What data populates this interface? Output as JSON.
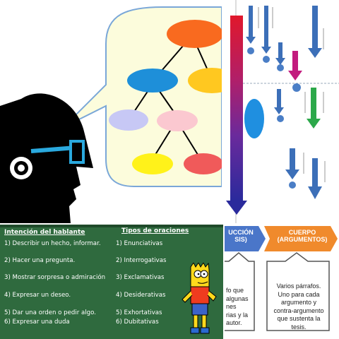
{
  "chalkboard": {
    "heading_left": "Intención del hablante",
    "heading_right": "Tipos de oraciones",
    "rows": [
      {
        "intent": "1) Describir un hecho, informar.",
        "type": "1) Enunciativas"
      },
      {
        "intent": "2) Hacer una pregunta.",
        "type": "2) Interrogativas"
      },
      {
        "intent": "3) Mostrar sorpresa o admiración",
        "type": "3) Exclamativas"
      },
      {
        "intent": "4) Expresar un deseo.",
        "type": "4) Desiderativas"
      },
      {
        "intent": "5) Dar una orden o pedir algo.",
        "type": "5) Exhortativas"
      },
      {
        "intent": "6) Expresar una duda",
        "type": "6) Dubitativas"
      }
    ]
  },
  "essay": {
    "intro_label_1": "UCCIÓN",
    "intro_label_2": "SIS)",
    "body_label_1": "CUERPO",
    "body_label_2": "(ARGUMENTOS)",
    "intro_text": [
      "fo que",
      "algunas",
      "nes",
      "rias y la",
      "autor."
    ],
    "body_text": [
      "Varios párrafos.",
      "Uno para cada",
      "argumento y",
      "contra-argumento",
      "que sustenta la",
      "tesis."
    ]
  },
  "colors": {
    "chalkboard": "#2f6a3e",
    "intro_tag": "#4a76c9",
    "body_tag": "#f08a2c",
    "timeline_top": "#e0182b",
    "timeline_bottom": "#2a2a9c"
  }
}
